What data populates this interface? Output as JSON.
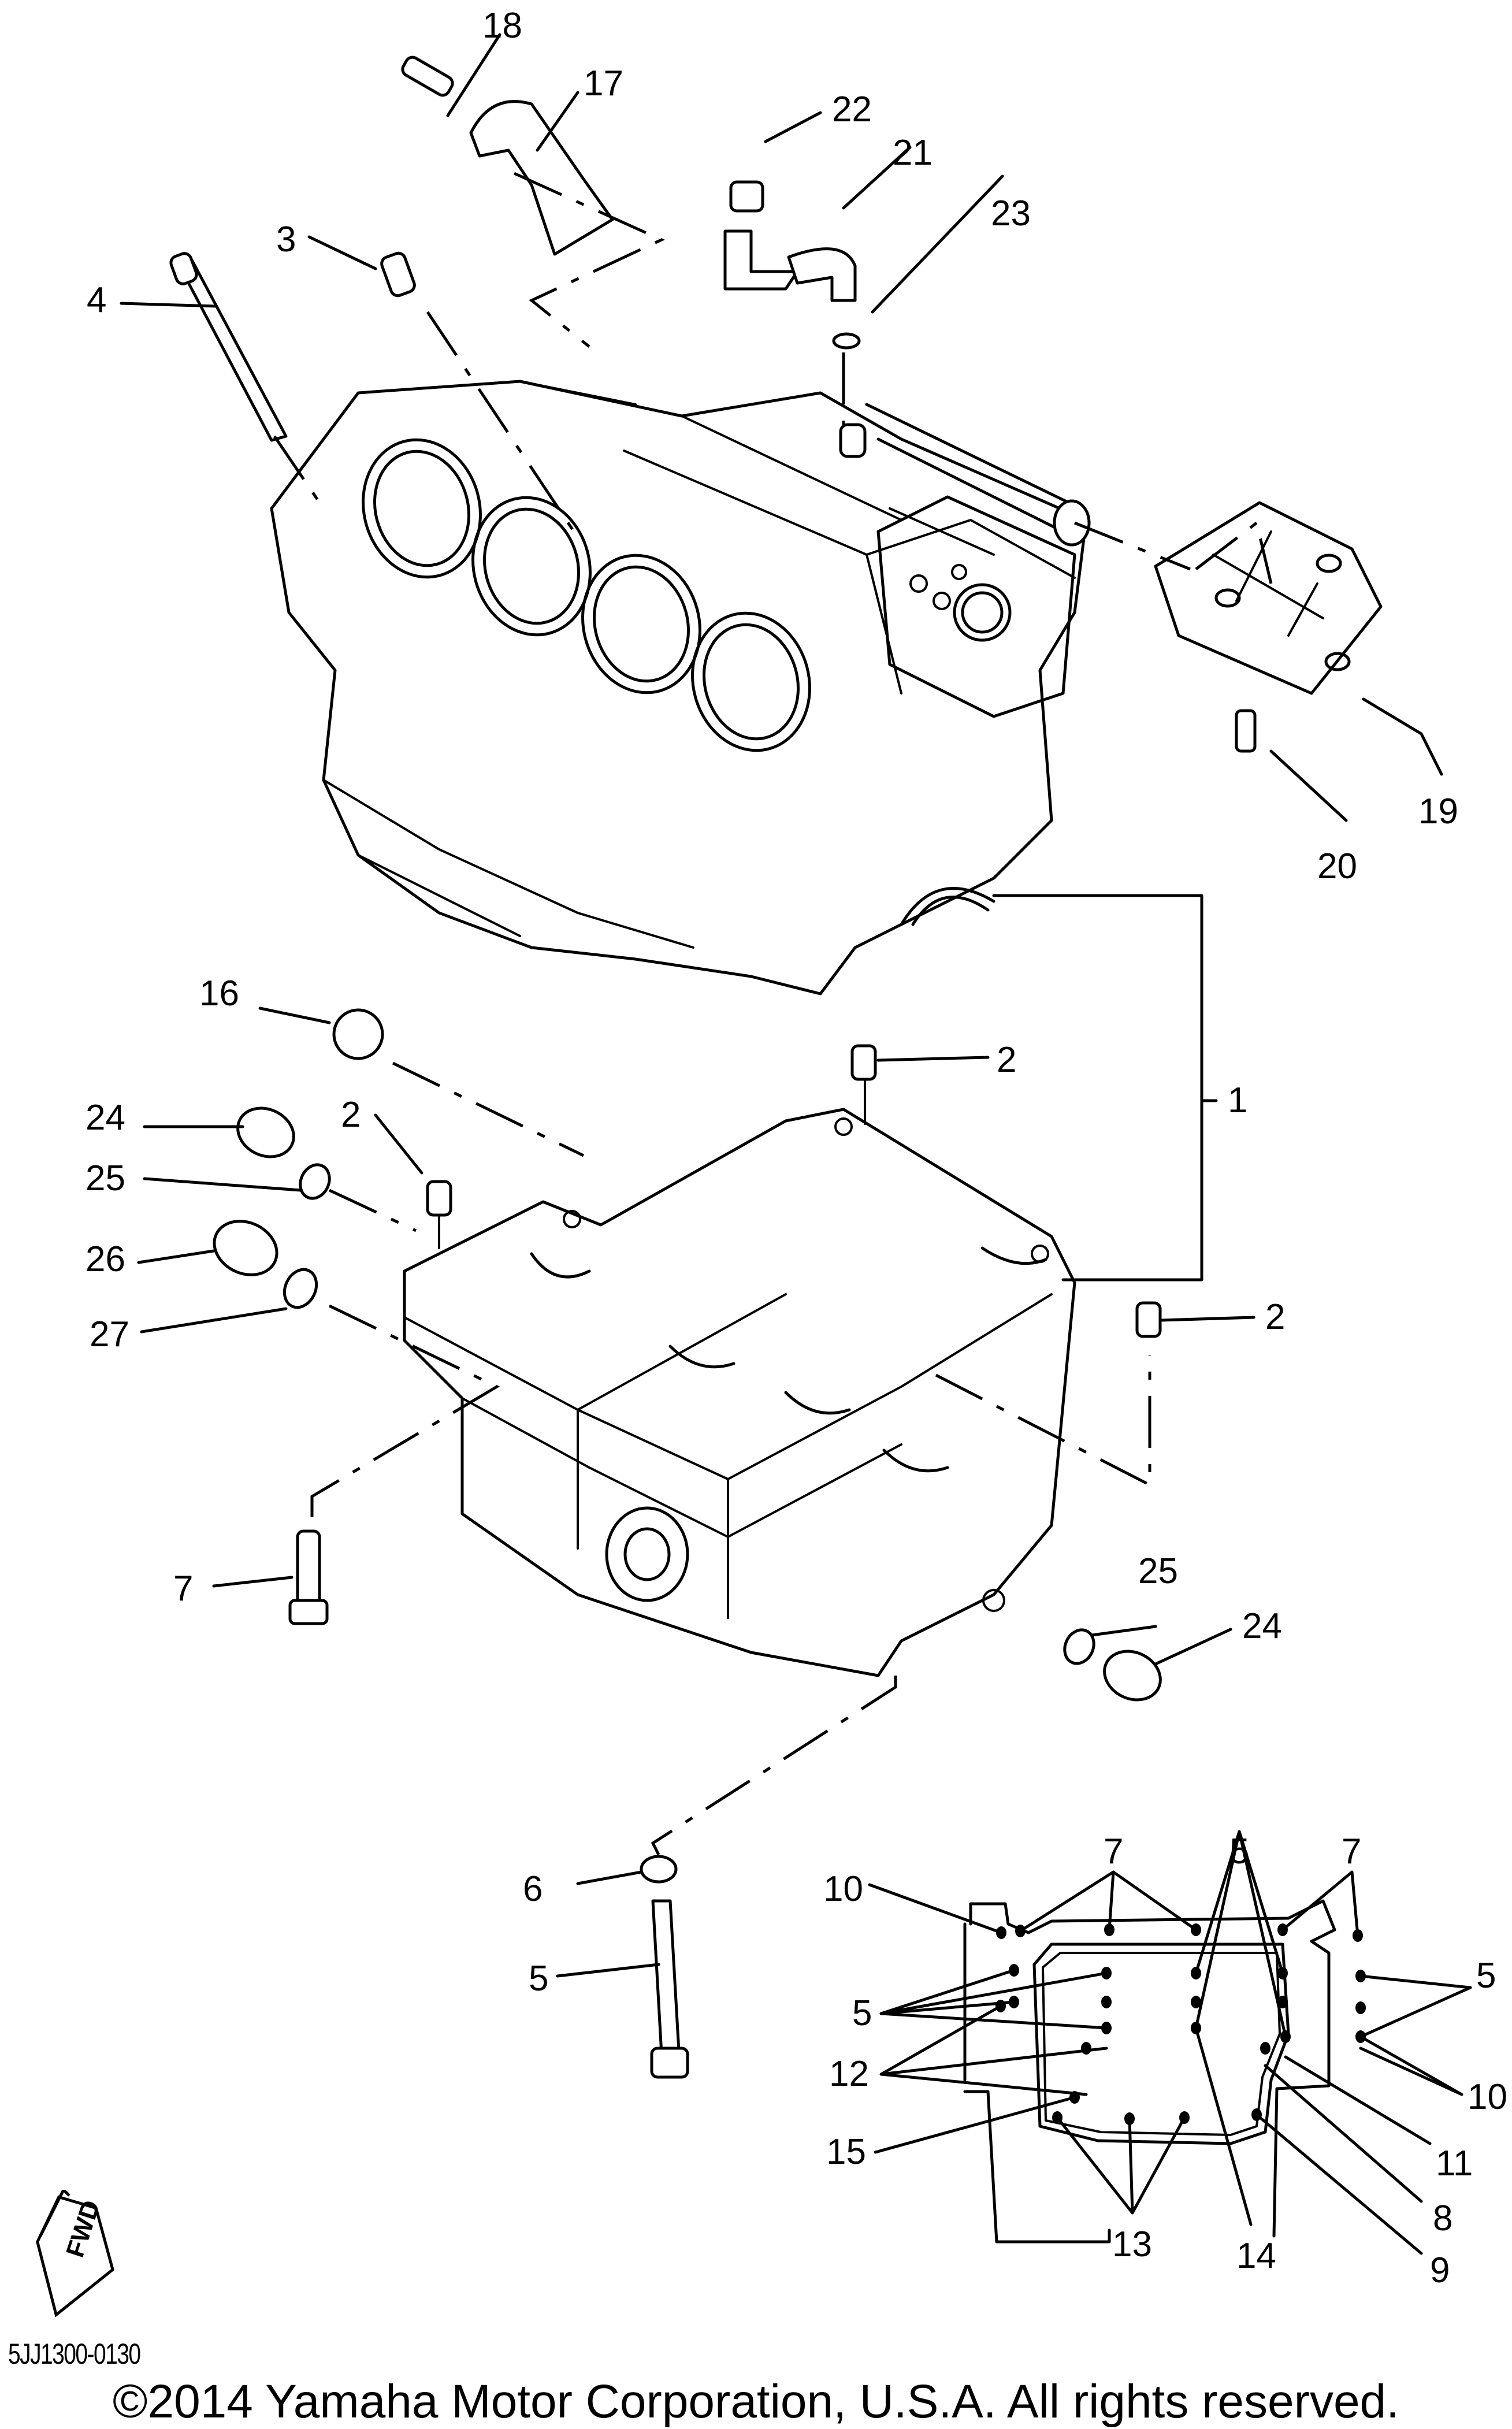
{
  "diagram": {
    "title": "Crankcase exploded parts diagram",
    "drawing_code": "5JJ1300-0130",
    "copyright": "©2014 Yamaha Motor Corporation, U.S.A. All rights reserved.",
    "direction_marker": "FWD",
    "callouts": {
      "c1": "1",
      "c2a": "2",
      "c2b": "2",
      "c2c": "2",
      "c3": "3",
      "c4": "4",
      "c5": "5",
      "c6": "6",
      "c7": "7",
      "c16": "16",
      "c17": "17",
      "c18": "18",
      "c19": "19",
      "c20": "20",
      "c21": "21",
      "c22": "22",
      "c23": "23",
      "c24a": "24",
      "c24b": "24",
      "c25a": "25",
      "c25b": "25",
      "c26": "26",
      "c27": "27"
    },
    "bolt_pattern_inset": {
      "callouts": {
        "i7a": "7",
        "i7b": "7",
        "i5top": "5",
        "i5left": "5",
        "i5right": "5",
        "i10a": "10",
        "i10b": "10",
        "i11": "11",
        "i12": "12",
        "i15": "15",
        "i8": "8",
        "i9": "9",
        "i13": "13",
        "i14": "14"
      }
    }
  }
}
